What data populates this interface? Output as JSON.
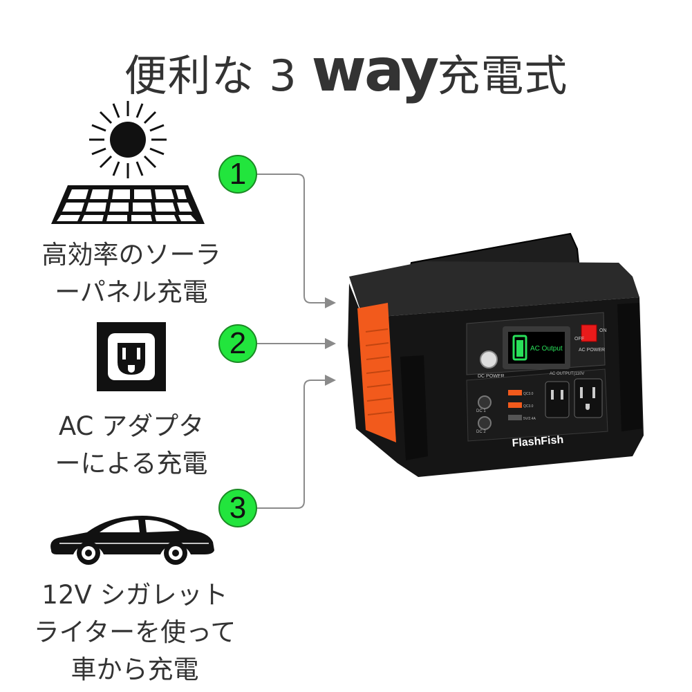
{
  "title": {
    "prefix": "便利な 3 ",
    "emph": "way",
    "suffix": "充電式"
  },
  "methods": [
    {
      "num": "1",
      "line1": "高効率のソーラ",
      "line2": "ーパネル充電",
      "icon": "solar-panel-icon"
    },
    {
      "num": "2",
      "line1": "AC アダプタ",
      "line2": "ーによる充電",
      "icon": "wall-outlet-icon"
    },
    {
      "num": "3",
      "line1": "12V シガレット",
      "line2": "ライターを使って",
      "line3": "車から充電",
      "icon": "car-icon"
    }
  ],
  "product": {
    "brand_top": "FlashFish",
    "brand_front": "FlashFish",
    "screen_text": "AC Output",
    "dc_power_label": "DC POWER",
    "ac_power_label": "AC POWER",
    "ac_output_label": "AC OUTPUT(110V",
    "off_label": "OFF",
    "on_label": "ON",
    "dc1_label": "DC 1",
    "dc2_label": "DC 2",
    "qc_label_1": "QC3.0",
    "qc_label_2": "QC3.0",
    "usb_label": "5V/2.4A",
    "accent_color": "#f25a1c",
    "screen_color": "#29e05a"
  },
  "colors": {
    "badge": "#22e53d",
    "connector": "#8a8a8a"
  }
}
